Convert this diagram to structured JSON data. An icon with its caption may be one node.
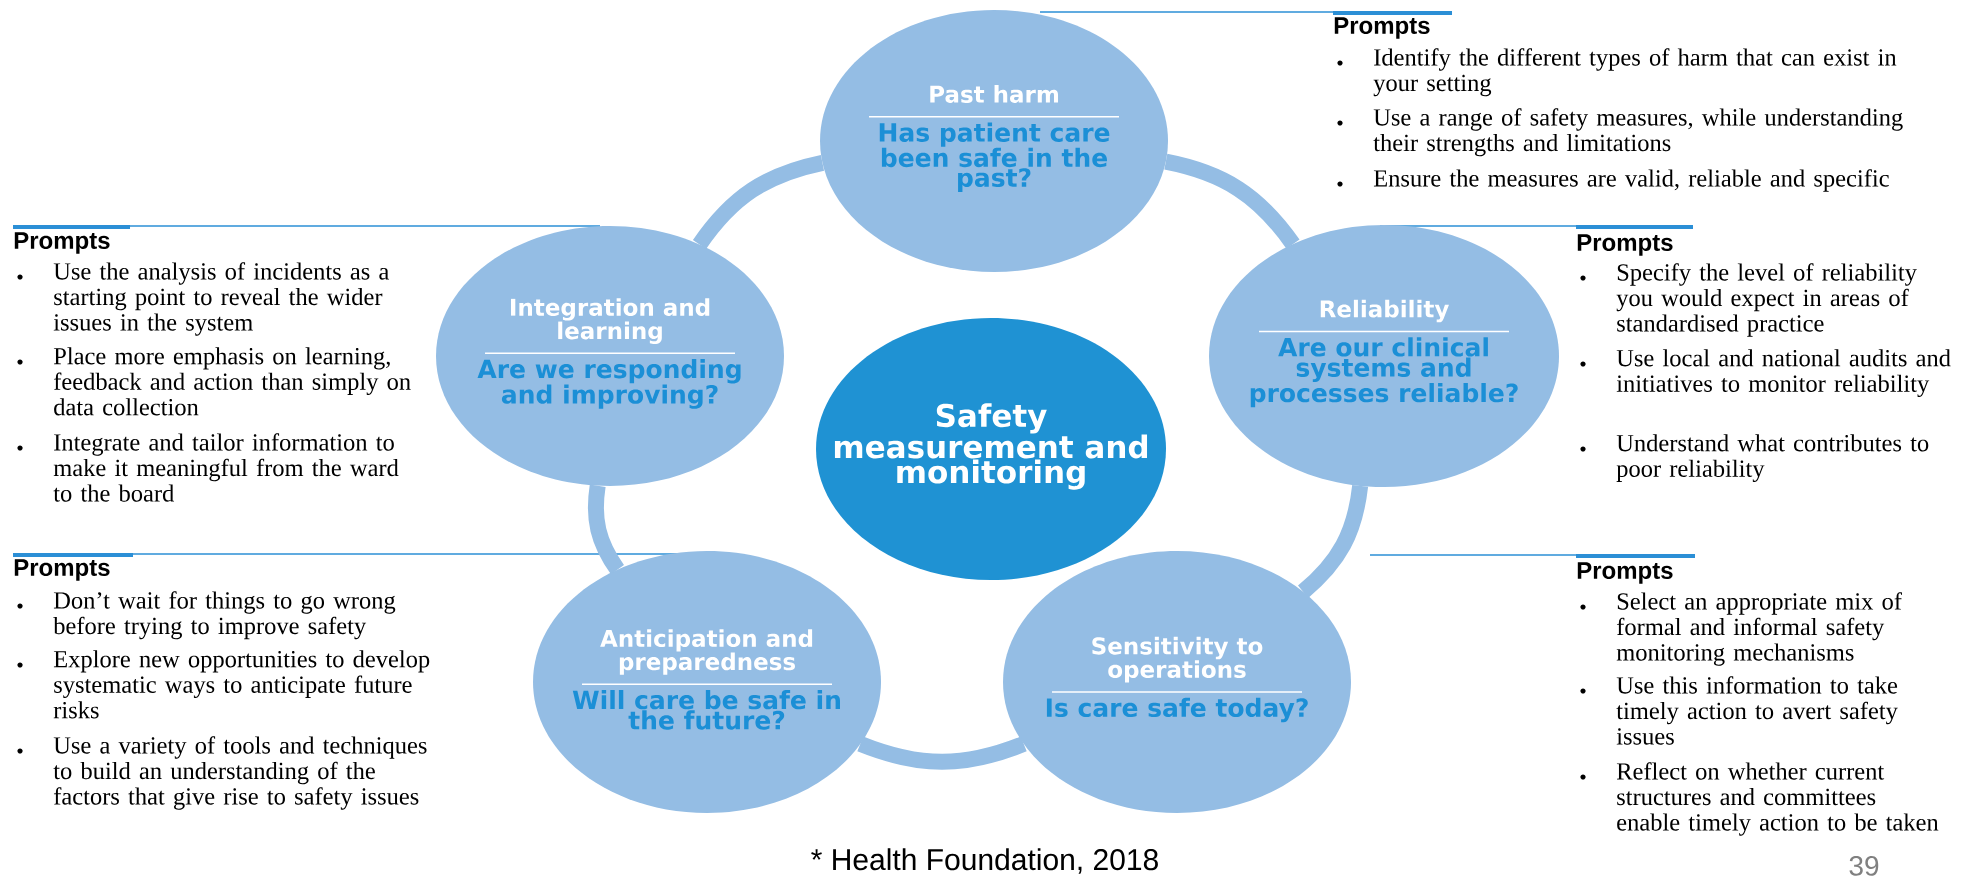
{
  "diagram": {
    "caption": "* Health Foundation, 2018",
    "nodes": [
      {
        "text": [
          "Past harm",
          "Has patient care been safe in the past?"
        ]
      },
      {
        "text": [
          "Integration and learning",
          "Are we responding and improving?"
        ]
      },
      {
        "text": [
          "Safety measurement and monitoring"
        ]
      },
      {
        "text": [
          "Reliability",
          "Are our clinical systems and processes reliable?"
        ]
      },
      {
        "text": [
          "Anticipation and preparedness",
          "Will care be safe in the future?"
        ]
      },
      {
        "text": [
          "Sensitivity to operations",
          "Is care safe today?"
        ]
      }
    ],
    "edges": [
      {
        "from": 0,
        "to": 3,
        "arrow": "none"
      },
      {
        "from": 3,
        "to": 5,
        "arrow": "none"
      },
      {
        "from": 5,
        "to": 4,
        "arrow": "none"
      },
      {
        "from": 4,
        "to": 1,
        "arrow": "none"
      },
      {
        "from": 1,
        "to": 0,
        "arrow": "none"
      }
    ],
    "labels": [
      "Prompts",
      "Identify the different types of harm that can exist in your setting",
      "Use a range of safety measures, while understanding their strengths and limitations",
      "Ensure the measures are valid, reliable and specific",
      "Prompts",
      "Use the analysis of incidents as a starting point to reveal the wider issues in the system",
      "Place more emphasis on learning, feedback and action than simply on data collection",
      "Integrate and tailor information to make it meaningful from the ward to the board",
      "Prompts",
      "Specify the level of reliability you would expect in areas of standardised practice",
      "Use local and national audits and initiatives to monitor reliability",
      "Understand what contributes to poor reliability",
      "Prompts",
      "Don’t wait for things to go wrong before trying to improve safety",
      "Explore new opportunities to develop systematic ways to anticipate future risks",
      "Use a variety of tools and techniques to build an understanding of the factors that give rise to safety issues",
      "Prompts",
      "Select an appropriate mix of formal and informal safety monitoring mechanisms",
      "Use this information to take timely action to avert safety issues",
      "Reflect on whether current structures and committees enable timely action to be taken",
      "39"
    ]
  }
}
